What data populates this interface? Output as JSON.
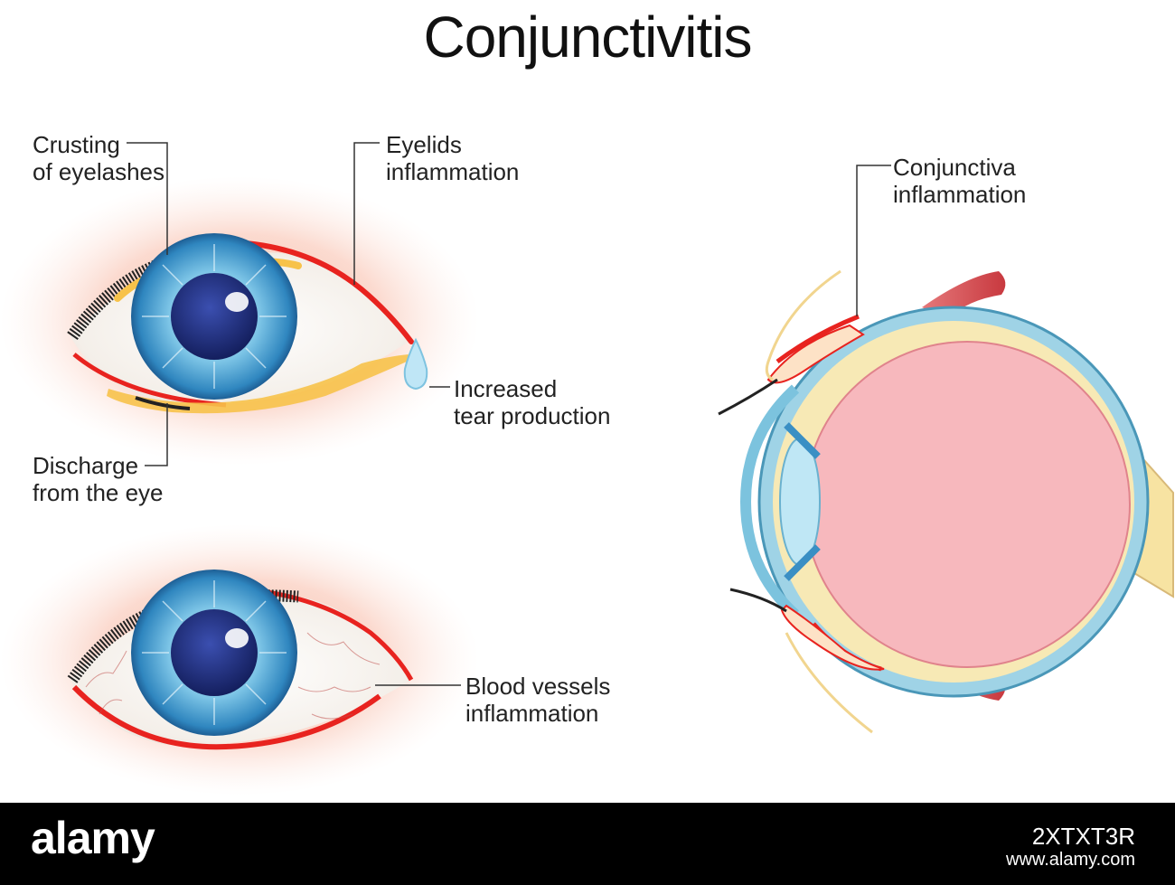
{
  "title": "Conjunctivitis",
  "labels": {
    "crusting": [
      "Crusting",
      "of eyelashes"
    ],
    "eyelids": [
      "Eyelids",
      "inflammation"
    ],
    "tear": [
      "Increased",
      "tear production"
    ],
    "discharge": [
      "Discharge",
      "from the eye"
    ],
    "blood": [
      "Blood vessels",
      "inflammation"
    ],
    "conjunctiva": [
      "Conjunctiva",
      "inflammation"
    ]
  },
  "footer": {
    "logo": "alamy",
    "image_id": "2XTXT3R",
    "url": "www.alamy.com"
  },
  "colors": {
    "inflammation_red": "#e8231f",
    "iris_blue": "#3a8fc4",
    "pupil": "#1c2f7a",
    "discharge_yellow": "#f7c24a",
    "vitreous_pink": "#f7b8bd",
    "sclera_blue": "#9fd3e6"
  }
}
